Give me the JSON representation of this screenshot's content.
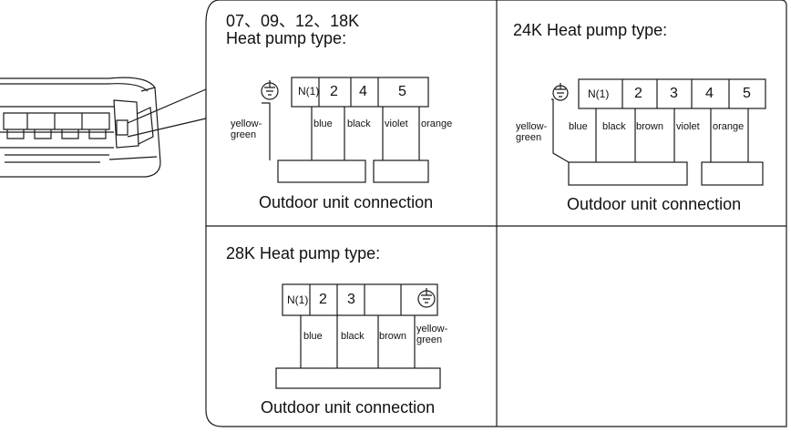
{
  "panel_07_18k": {
    "title_line1": "07、09、12、18K",
    "title_line2": "Heat pump type:",
    "terminals": [
      "N(1)",
      "2",
      "4",
      "5"
    ],
    "wires": [
      "yellow-",
      "green",
      "blue",
      "black",
      "violet",
      "orange"
    ],
    "footer": "Outdoor unit connection"
  },
  "panel_24k": {
    "title": "24K Heat pump type:",
    "terminals": [
      "N(1)",
      "2",
      "3",
      "4",
      "5"
    ],
    "wires": [
      "yellow-",
      "green",
      "blue",
      "black",
      "brown",
      "violet",
      "orange"
    ],
    "footer": "Outdoor unit connection"
  },
  "panel_28k": {
    "title": "28K Heat pump type:",
    "terminals": [
      "N(1)",
      "2",
      "3"
    ],
    "wires": [
      "blue",
      "black",
      "brown",
      "yellow-",
      "green"
    ],
    "footer": "Outdoor unit connection"
  },
  "icons": [
    "ground-icon",
    "indoor-unit-illustration"
  ]
}
